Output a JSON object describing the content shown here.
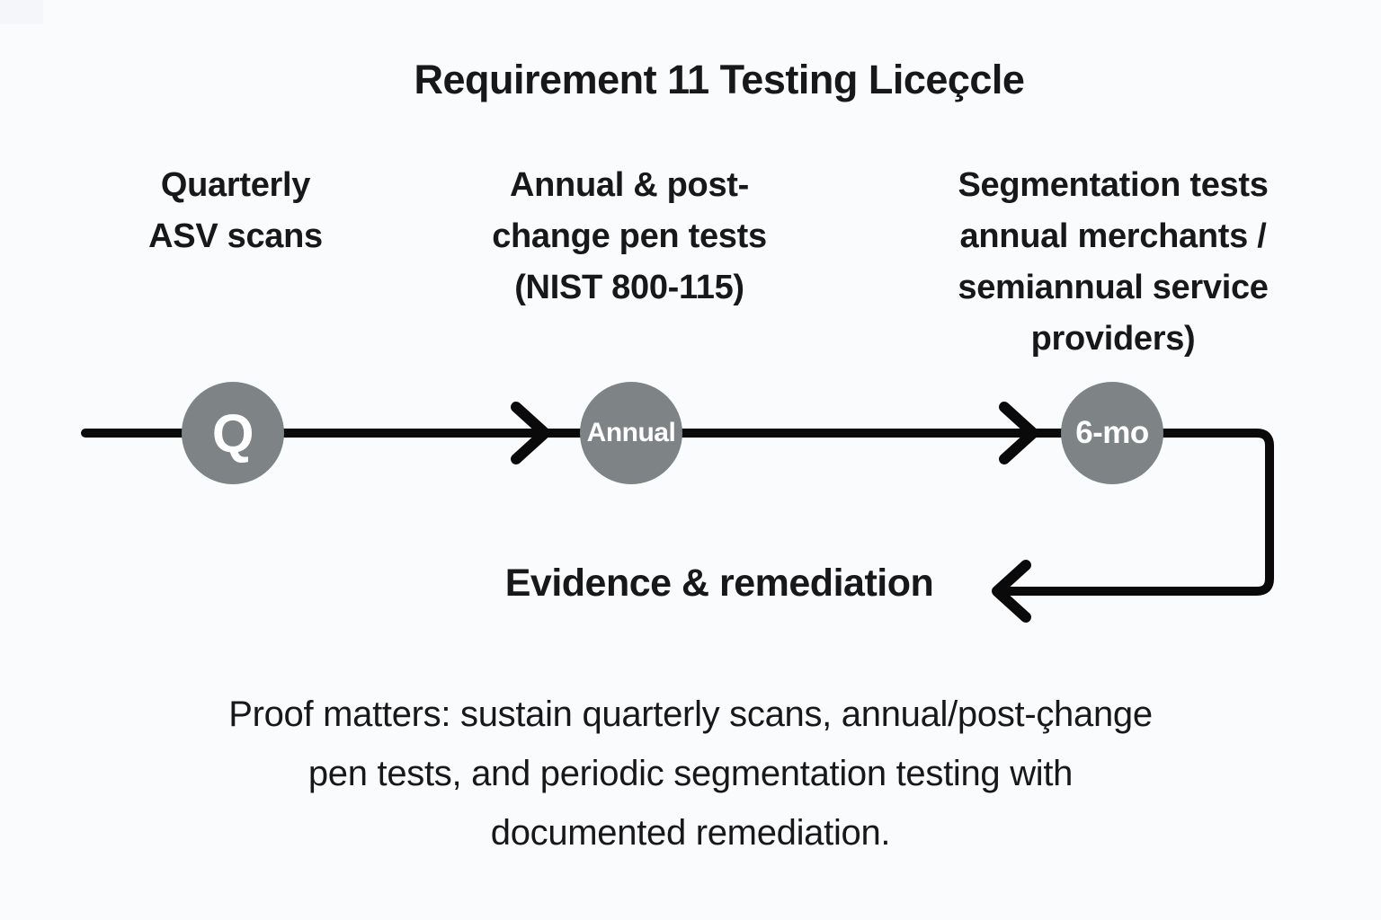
{
  "title": "Requirement 11 Testing Liceçcle",
  "colors": {
    "background": "#fafbfc",
    "node_fill": "#7e8386",
    "node_text": "#ffffff",
    "text": "#16181a",
    "arrow_line": "#0a0a0b"
  },
  "diagram": {
    "type": "flow-timeline-with-feedback-loop",
    "stages": [
      {
        "label": "Quarterly\nASV scans",
        "node": "Q"
      },
      {
        "label": "Annual & post-\nchange pen tests\n(NIST 800-115)",
        "node": "Annual"
      },
      {
        "label": "Segmentation tests\nannual merchants /\nsemiannual service\nproviders)",
        "node": "6-mo"
      }
    ],
    "feedback_label": "Evidence & remediation"
  },
  "footer": "Proof matters: sustain quarterly scans, annual/post-çhange\npen tests, and periodic segmentation testing with\ndocumented remediation."
}
